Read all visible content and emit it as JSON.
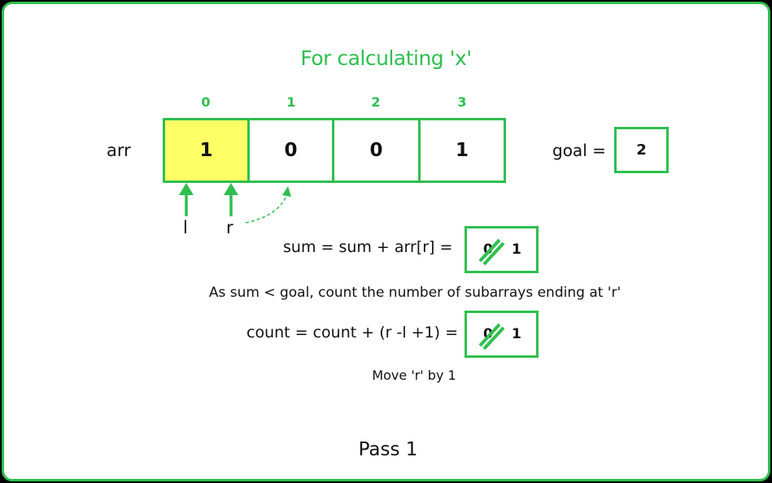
{
  "title": "For calculating 'x'",
  "array": {
    "label": "arr",
    "indices": [
      "0",
      "1",
      "2",
      "3"
    ],
    "values": [
      "1",
      "0",
      "0",
      "1"
    ],
    "highlighted_index": 0
  },
  "goal": {
    "label": "goal =",
    "value": "2"
  },
  "pointers": {
    "left": "l",
    "right": "r"
  },
  "sum_update": {
    "expression": "sum =  sum + arr[r] =",
    "old_value": "0",
    "new_value": "1"
  },
  "condition_note": "As sum < goal, count the number of subarrays ending at 'r'",
  "count_update": {
    "expression": "count =  count + (r -l +1) =",
    "old_value": "0",
    "new_value": "1"
  },
  "move_note": "Move 'r' by 1",
  "pass_label": "Pass 1",
  "colors": {
    "accent": "#2fbf4f",
    "highlight": "#ffff66",
    "background": "#ffffff",
    "outer": "#000000"
  }
}
